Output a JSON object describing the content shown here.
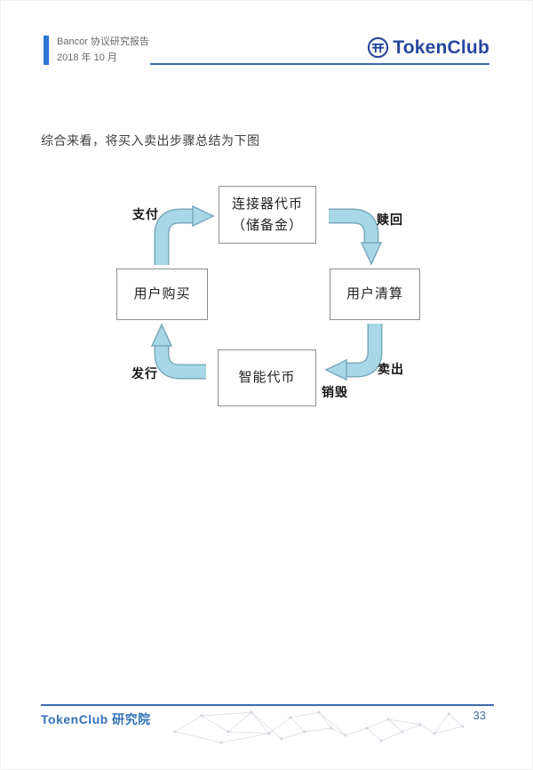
{
  "header": {
    "report_title": "Bancor 协议研究报告",
    "report_date": "2018 年 10 月",
    "logo_text": "TokenClub"
  },
  "body": {
    "intro_text": "综合来看，将买入卖出步骤总结为下图"
  },
  "diagram": {
    "type": "cycle-flowchart",
    "nodes": [
      {
        "id": "connector-token",
        "label_line1": "连接器代币",
        "label_line2": "（储备金）"
      },
      {
        "id": "user-buy",
        "label": "用户购买"
      },
      {
        "id": "user-settle",
        "label": "用户清算"
      },
      {
        "id": "smart-token",
        "label": "智能代币"
      }
    ],
    "edges": [
      {
        "from": "user-buy",
        "to": "connector-token",
        "label": "支付"
      },
      {
        "from": "connector-token",
        "to": "user-settle",
        "label": "赎回"
      },
      {
        "from": "user-settle",
        "to": "smart-token",
        "label_outer": "卖出",
        "label_inner": "销毁"
      },
      {
        "from": "smart-token",
        "to": "user-buy",
        "label": "发行"
      }
    ],
    "edge_labels": {
      "pay": "支付",
      "redeem": "赎回",
      "sell": "卖出",
      "burn": "销毁",
      "issue": "发行"
    }
  },
  "footer": {
    "org": "TokenClub 研究院",
    "page_number": "33"
  },
  "colors": {
    "accent_blue": "#2e75d8",
    "rule_blue": "#3a6cb0",
    "logo_navy": "#27479e",
    "footer_blue": "#3470b8",
    "arrow_fill": "#a8d8e7",
    "arrow_outline": "#7aa9bd",
    "box_border": "#8e8e8e"
  }
}
